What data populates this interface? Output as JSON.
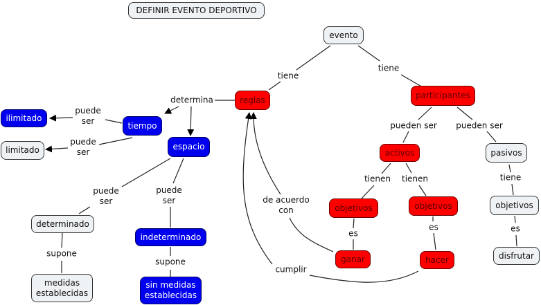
{
  "diagram": {
    "title": "DEFINIR EVENTO DEPORTIVO",
    "colors": {
      "gray": "#eef2f4",
      "red": "#ff0000",
      "blue": "#0000ee",
      "line": "#222222"
    },
    "nodes": {
      "evento": "evento",
      "reglas": "reglas",
      "participantes": "participantes",
      "tiempo": "tiempo",
      "espacio": "espacio",
      "ilimitado": "ilimitado",
      "limitado": "limitado",
      "determinado": "determinado",
      "indeterminado": "indeterminado",
      "medidas_establecidas": "medidas\nestablecidas",
      "sin_medidas_establecidas": "sin medidas\nestablecidas",
      "activos": "activos",
      "pasivos": "pasivos",
      "objetivos_ganar": "objetivos",
      "objetivos_hacer": "objetivos",
      "objetivos_pasivos": "objetivos",
      "ganar": "ganar",
      "hacer": "hacer",
      "disfrutar": "disfrutar"
    },
    "links": {
      "tiene_reglas": "tiene",
      "tiene_participantes": "tiene",
      "determina": "determina",
      "puede_ser_ilimitado": "puede\nser",
      "puede_ser_limitado": "puede\nser",
      "puede_ser_determinado": "puede\nser",
      "puede_ser_indeterminado": "puede\nser",
      "supone_determinado": "supone",
      "supone_indeterminado": "supone",
      "pueden_ser_activos": "pueden ser",
      "pueden_ser_pasivos": "pueden ser",
      "tienen_1": "tienen",
      "tienen_2": "tienen",
      "tiene_pasivos": "tiene",
      "es_ganar": "es",
      "es_hacer": "es",
      "es_disfrutar": "es",
      "de_acuerdo_con": "de acuerdo\ncon",
      "cumplir": "cumplir"
    }
  }
}
